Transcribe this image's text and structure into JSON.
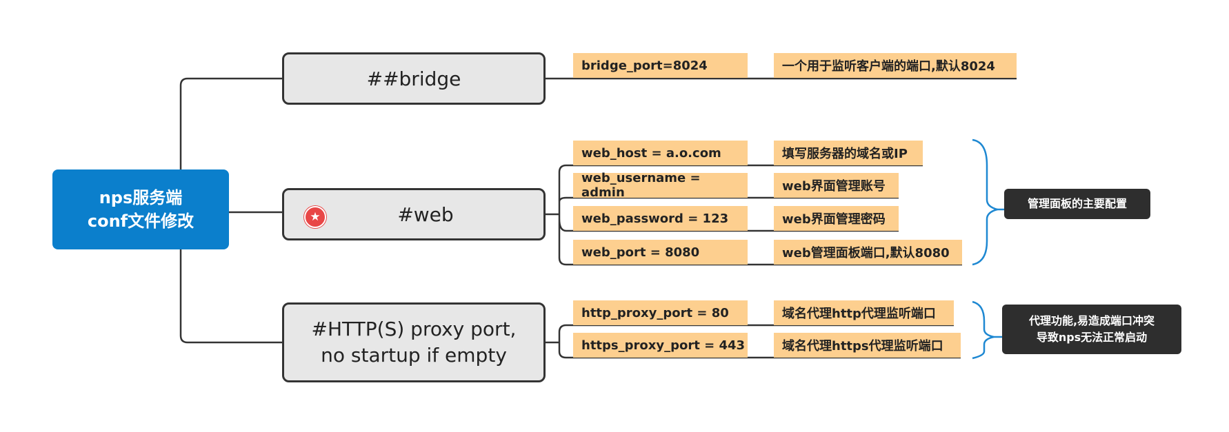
{
  "root": {
    "line1": "nps服务端",
    "line2": "conf文件修改"
  },
  "topics": {
    "bridge": {
      "label": "##bridge"
    },
    "web": {
      "label": "#web",
      "marker": "star-icon"
    },
    "http": {
      "line1": "#HTTP(S) proxy port,",
      "line2": "no startup if empty"
    }
  },
  "bridge_items": [
    {
      "key": "bridge_port=8024",
      "desc": "一个用于监听客户端的端口,默认8024"
    }
  ],
  "web_items": [
    {
      "key": "web_host = a.o.com",
      "desc": "填写服务器的域名或IP"
    },
    {
      "key": "web_username = admin",
      "desc": "web界面管理账号"
    },
    {
      "key": "web_password = 123",
      "desc": "web界面管理密码"
    },
    {
      "key": "web_port = 8080",
      "desc": "web管理面板端口,默认8080"
    }
  ],
  "http_items": [
    {
      "key": "http_proxy_port = 80",
      "desc": "域名代理http代理监听端口"
    },
    {
      "key": "https_proxy_port = 443",
      "desc": "域名代理https代理监听端口"
    }
  ],
  "summaries": {
    "web": "管理面板的主要配置",
    "http_line1": "代理功能,易造成端口冲突",
    "http_line2": "导致nps无法正常启动"
  },
  "colors": {
    "root_fill": "#0b7fcc",
    "topic_fill": "#e7e7e7",
    "field_fill": "#fdcf8f",
    "summary_fill": "#2e2e2e",
    "brace": "#1e88d2",
    "star_marker": "#e84646"
  }
}
